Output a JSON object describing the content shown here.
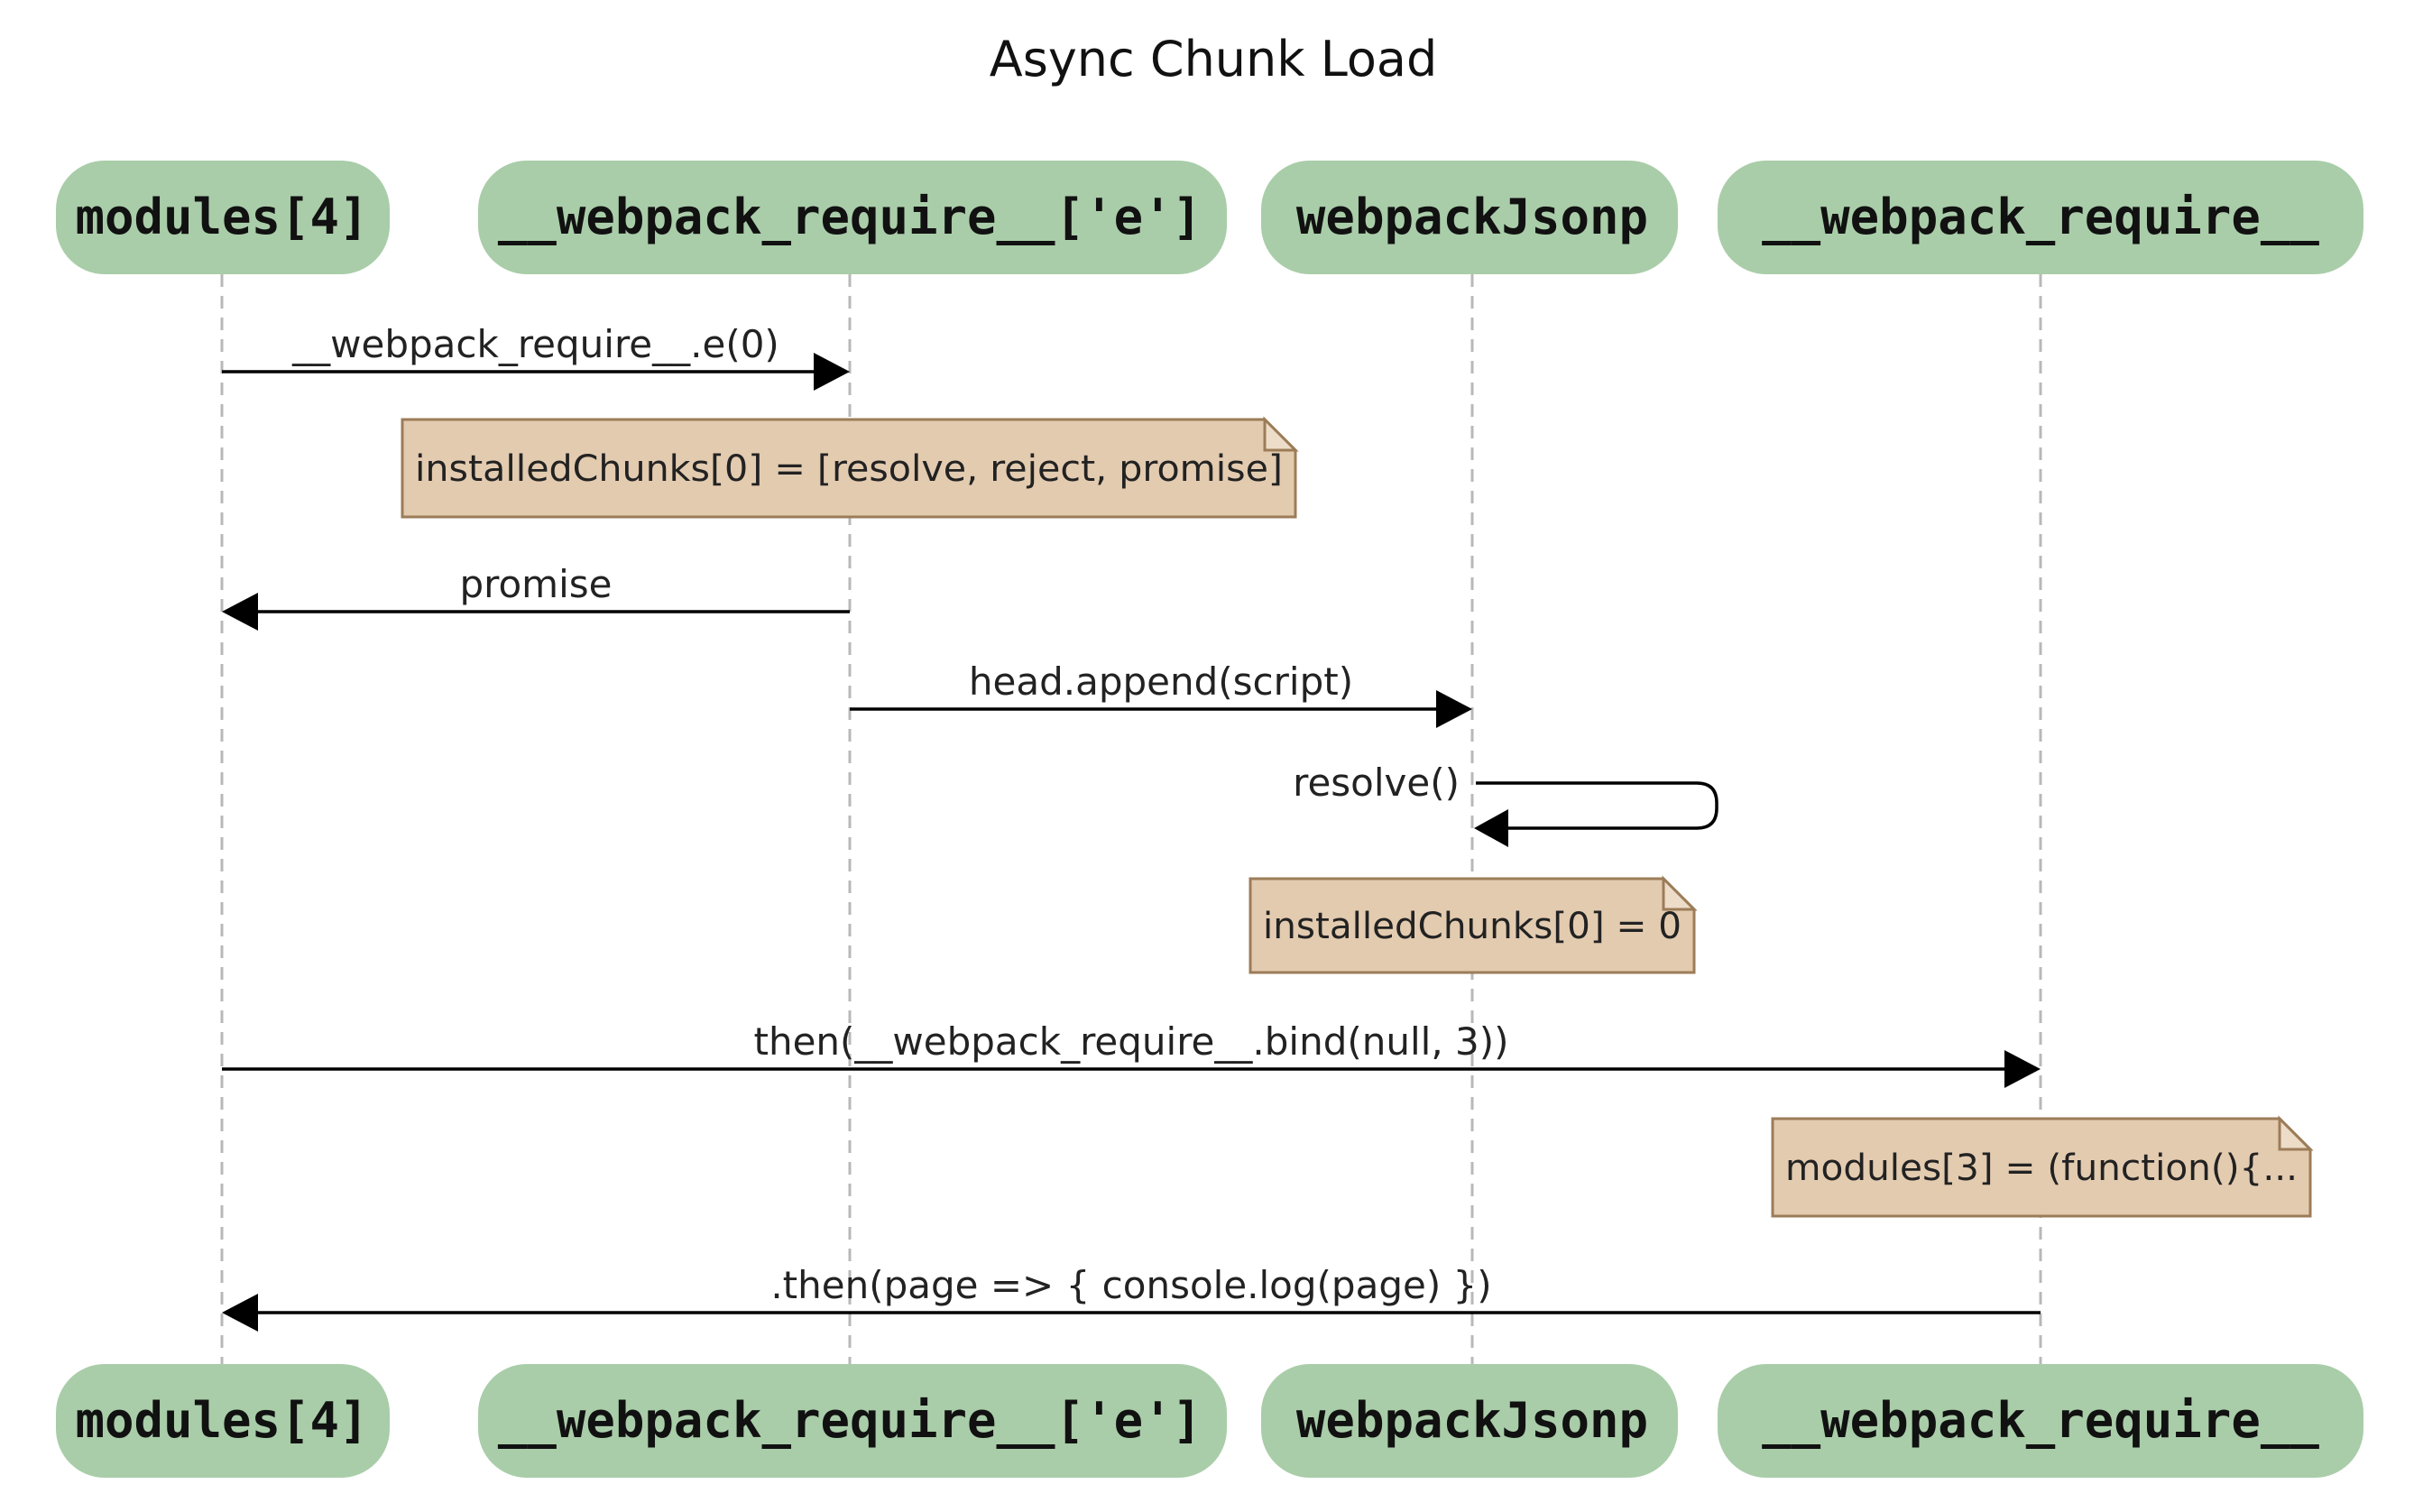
{
  "diagram": {
    "title": "Async Chunk Load",
    "actors": [
      {
        "id": "modules",
        "label": "modules[4]"
      },
      {
        "id": "req_e",
        "label": "__webpack_require__['e']"
      },
      {
        "id": "jsonp",
        "label": "webpackJsonp"
      },
      {
        "id": "req",
        "label": "__webpack_require__"
      }
    ],
    "steps": [
      {
        "kind": "message",
        "from": "modules",
        "to": "req_e",
        "label": "__webpack_require__.e(0)"
      },
      {
        "kind": "note",
        "over": [
          "req_e"
        ],
        "text": "installedChunks[0] = [resolve, reject, promise]"
      },
      {
        "kind": "message",
        "from": "req_e",
        "to": "modules",
        "label": "promise"
      },
      {
        "kind": "message",
        "from": "req_e",
        "to": "jsonp",
        "label": "head.append(script)"
      },
      {
        "kind": "self",
        "actor": "jsonp",
        "label": "resolve()"
      },
      {
        "kind": "note",
        "over": [
          "jsonp"
        ],
        "text": "installedChunks[0] = 0"
      },
      {
        "kind": "message",
        "from": "modules",
        "to": "req",
        "label": "then(__webpack_require__.bind(null, 3))"
      },
      {
        "kind": "note",
        "over": [
          "req"
        ],
        "text": "modules[3] = (function(){..."
      },
      {
        "kind": "message",
        "from": "req",
        "to": "modules",
        "label": ".then(page => { console.log(page) })"
      }
    ]
  }
}
